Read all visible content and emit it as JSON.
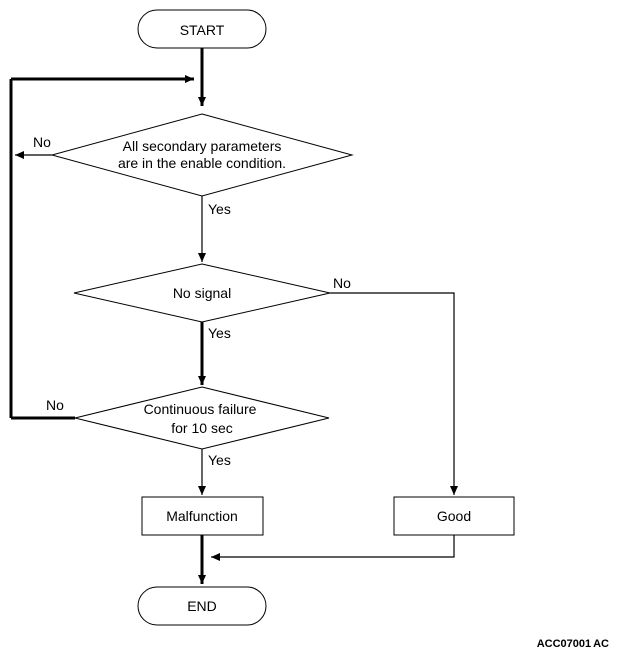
{
  "nodes": {
    "start": "START",
    "check_params_line1": "All secondary parameters",
    "check_params_line2": "are in the enable condition.",
    "no_signal": "No signal",
    "continuous_line1": "Continuous failure",
    "continuous_line2": "for 10 sec",
    "malfunction": "Malfunction",
    "good": "Good",
    "end": "END"
  },
  "edge_labels": {
    "params_no": "No",
    "params_yes": "Yes",
    "signal_no": "No",
    "signal_yes": "Yes",
    "continuous_no": "No",
    "continuous_yes": "Yes"
  },
  "figure_code": "ACC07001",
  "figure_suffix": "AC"
}
